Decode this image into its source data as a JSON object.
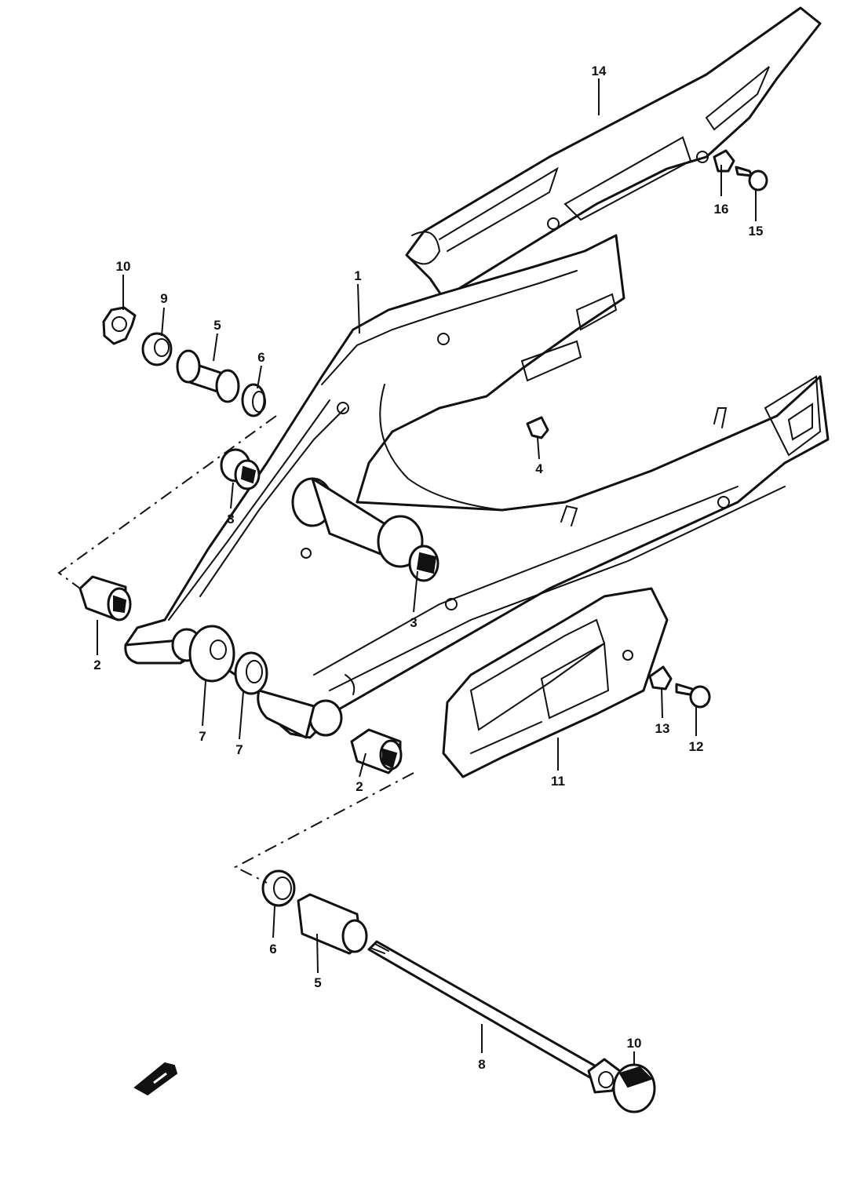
{
  "colors": {
    "line": "#111111",
    "background": "#ffffff"
  },
  "callouts": [
    {
      "id": "c1",
      "text": "1"
    },
    {
      "id": "c2a",
      "text": "2"
    },
    {
      "id": "c2b",
      "text": "2"
    },
    {
      "id": "c3a",
      "text": "3"
    },
    {
      "id": "c3b",
      "text": "3"
    },
    {
      "id": "c4",
      "text": "4"
    },
    {
      "id": "c5a",
      "text": "5"
    },
    {
      "id": "c5b",
      "text": "5"
    },
    {
      "id": "c6a",
      "text": "6"
    },
    {
      "id": "c6b",
      "text": "6"
    },
    {
      "id": "c7a",
      "text": "7"
    },
    {
      "id": "c7b",
      "text": "7"
    },
    {
      "id": "c8",
      "text": "8"
    },
    {
      "id": "c9",
      "text": "9"
    },
    {
      "id": "c10a",
      "text": "10"
    },
    {
      "id": "c10b",
      "text": "10"
    },
    {
      "id": "c11",
      "text": "11"
    },
    {
      "id": "c12",
      "text": "12"
    },
    {
      "id": "c13",
      "text": "13"
    },
    {
      "id": "c14",
      "text": "14"
    },
    {
      "id": "c15",
      "text": "15"
    },
    {
      "id": "c16",
      "text": "16"
    }
  ],
  "icons": {
    "front_arrow": "front-direction-arrow-icon"
  }
}
